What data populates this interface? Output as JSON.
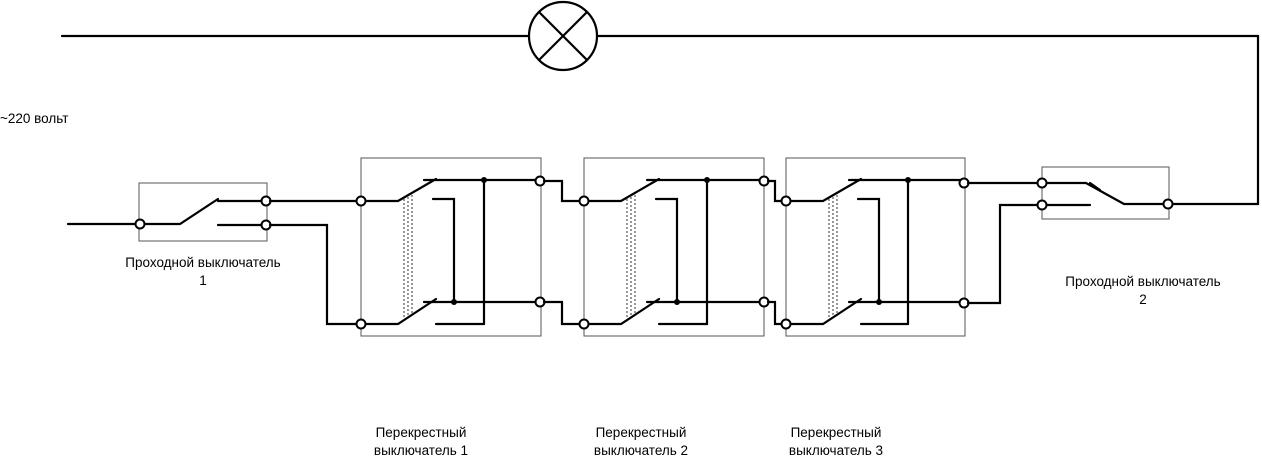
{
  "supply_label": "~220 вольт",
  "pass_switch_1": {
    "line1": "Проходной выключатель",
    "line2": "1"
  },
  "pass_switch_2": {
    "line1": "Проходной выключатель",
    "line2": "2"
  },
  "cross_switch_1": {
    "line1": "Перекрестный",
    "line2": "выключатель 1"
  },
  "cross_switch_2": {
    "line1": "Перекрестный",
    "line2": "выключатель 2"
  },
  "cross_switch_3": {
    "line1": "Перекрестный",
    "line2": "выключатель 3"
  },
  "lamp_icon": "lamp-cross-circle-icon"
}
